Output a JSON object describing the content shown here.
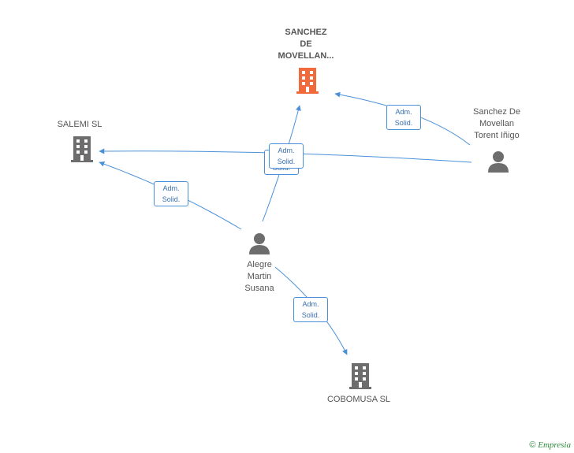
{
  "nodes": {
    "sanchez_company": {
      "label_lines": [
        "SANCHEZ",
        "DE",
        "MOVELLAN..."
      ],
      "icon": "building-icon",
      "color": "#f06a3c"
    },
    "salemi": {
      "label": "SALEMI SL",
      "icon": "building-icon",
      "color": "#6d6d6d"
    },
    "sanchez_person": {
      "label_lines": [
        "Sanchez De",
        "Movellan",
        "Torent Iñigo"
      ],
      "icon": "person-icon",
      "color": "#6d6d6d"
    },
    "alegre": {
      "label_lines": [
        "Alegre",
        "Martin",
        "Susana"
      ],
      "icon": "person-icon",
      "color": "#6d6d6d"
    },
    "cobomusa": {
      "label": "COBOMUSA SL",
      "icon": "building-icon",
      "color": "#6d6d6d"
    }
  },
  "edge_labels": {
    "sanchez_person_to_company": [
      "Adm.",
      "Solid."
    ],
    "center_overlap": [
      "Adm.",
      "Solid."
    ],
    "alegre_to_salemi": [
      "Adm.",
      "Solid."
    ],
    "alegre_to_cobomusa": [
      "Adm.",
      "Solid."
    ]
  },
  "colors": {
    "edge": "#4a90d9",
    "accent": "#f06a3c"
  },
  "watermark": {
    "symbol": "©",
    "brand": "Empresia"
  }
}
